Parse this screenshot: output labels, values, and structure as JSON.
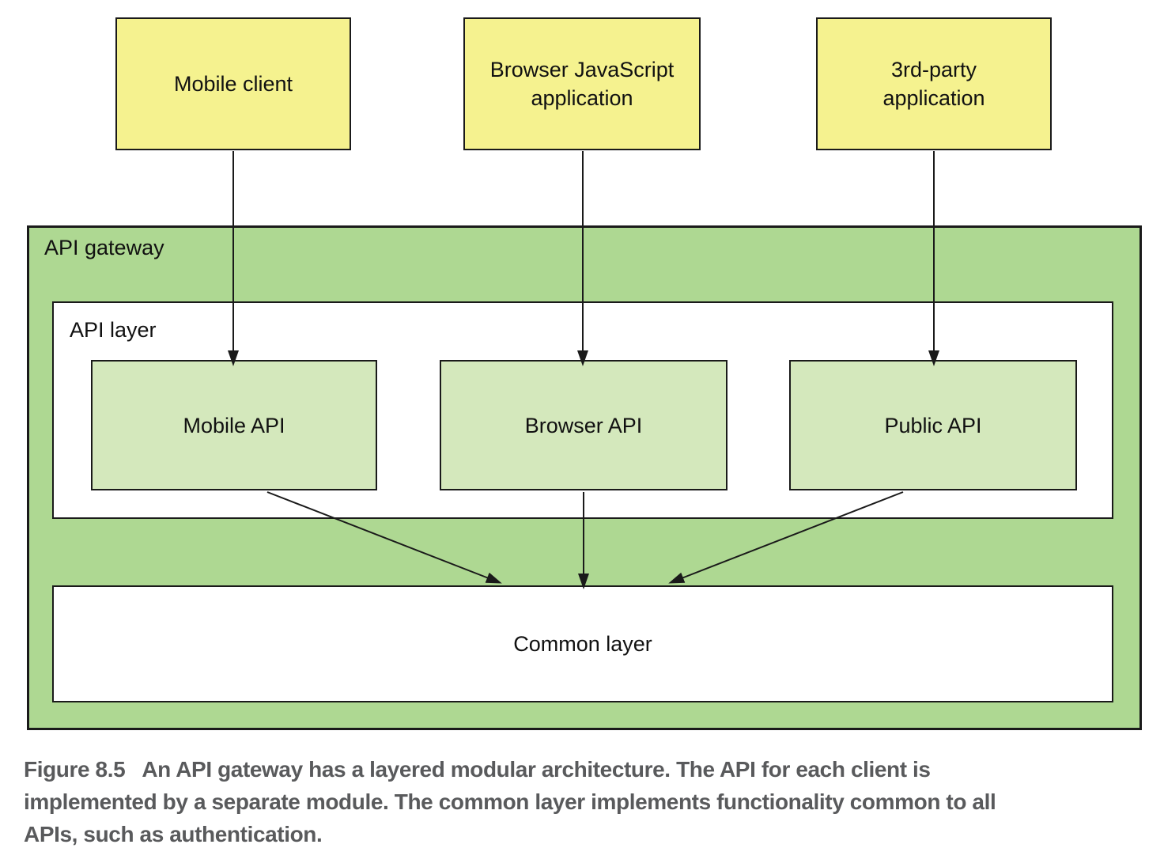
{
  "diagram": {
    "clients": [
      {
        "label": "Mobile client"
      },
      {
        "label": "Browser JavaScript application"
      },
      {
        "label": "3rd-party application"
      }
    ],
    "gateway": {
      "label": "API gateway",
      "api_layer": {
        "label": "API layer",
        "apis": [
          {
            "label": "Mobile API"
          },
          {
            "label": "Browser API"
          },
          {
            "label": "Public API"
          }
        ]
      },
      "common_layer": {
        "label": "Common layer"
      }
    },
    "colors": {
      "client_fill": "#f5f28f",
      "gateway_fill": "#aed892",
      "api_fill": "#d4e8bc",
      "border": "#1a1a1a",
      "caption_text": "#595a5c"
    }
  },
  "caption": {
    "figure_label": "Figure 8.5",
    "lines": [
      "Figure 8.5   An API gateway has a layered modular architecture. The API for each client is",
      "implemented by a separate module. The common layer implements functionality common to all",
      "APIs, such as authentication."
    ]
  }
}
